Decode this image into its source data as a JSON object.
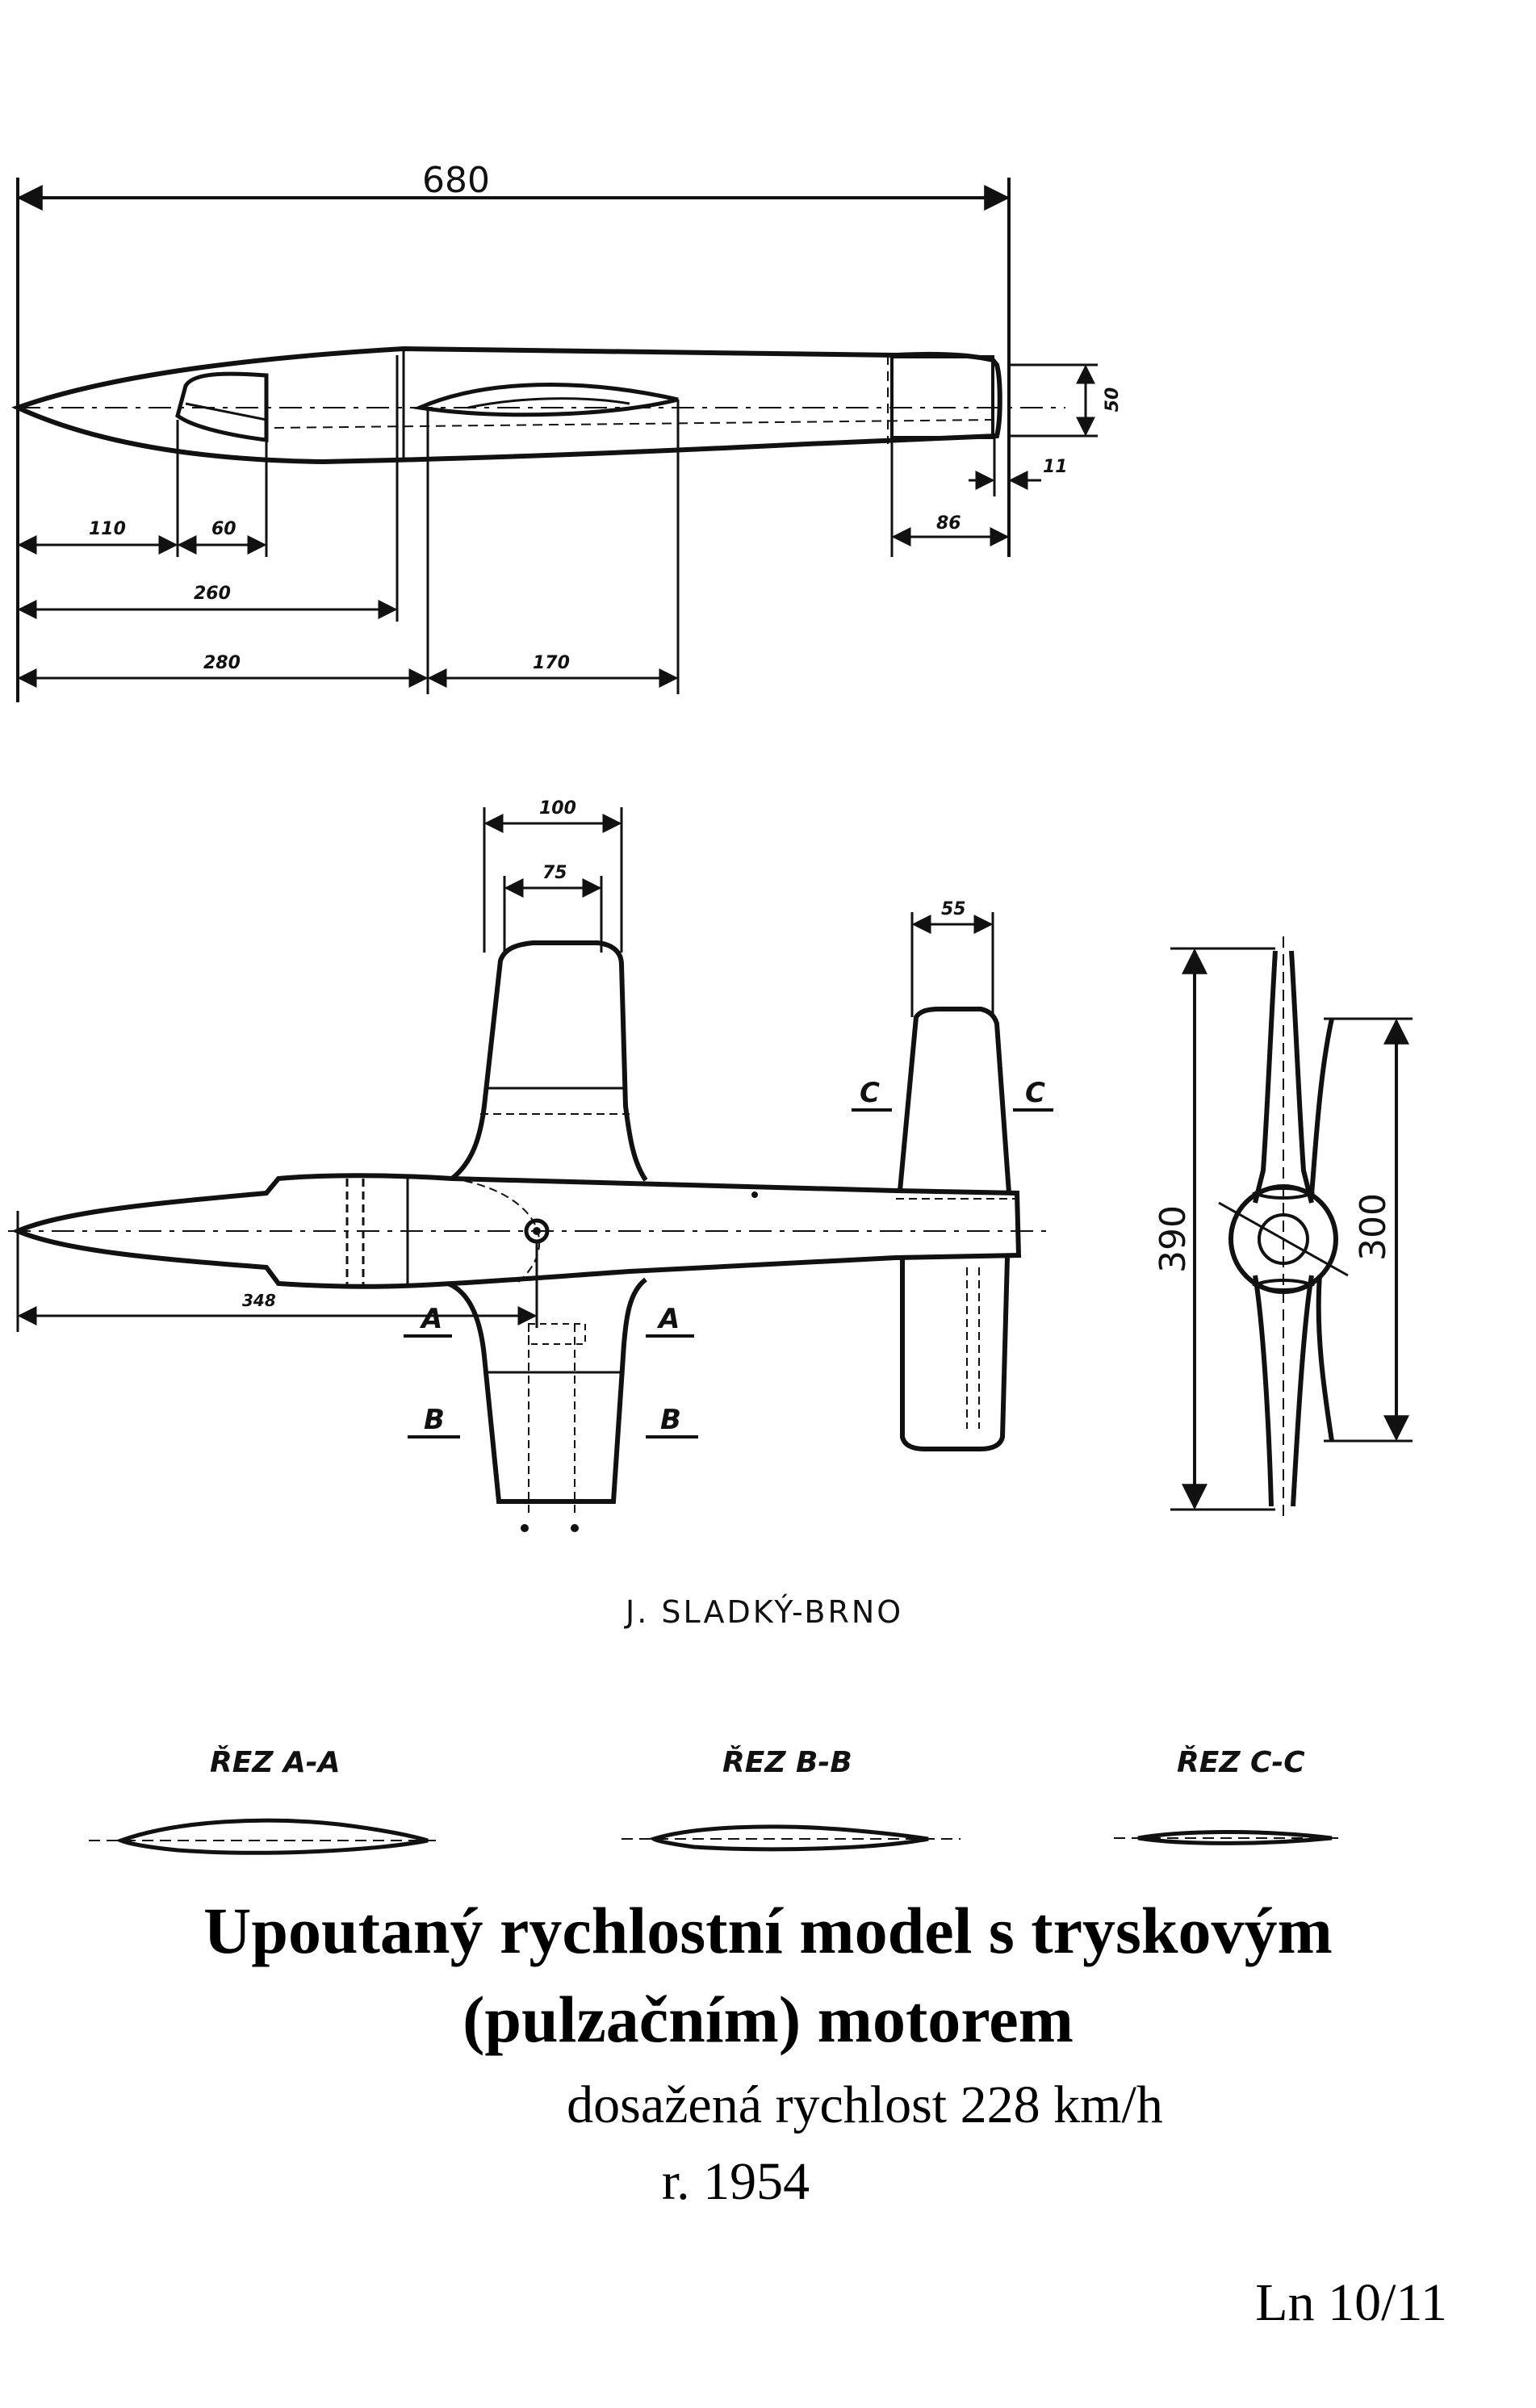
{
  "drawing": {
    "side_view": {
      "dims": {
        "overall_length": "680",
        "height": "50",
        "nose_to_intake": "110",
        "intake_width": "60",
        "nose_to_joint": "260",
        "nose_to_canopy": "280",
        "canopy_length": "170",
        "tail_section": "86",
        "tail_offset": "11"
      }
    },
    "plan_view": {
      "dims": {
        "wing_root_chord": "100",
        "wing_tip_chord": "75",
        "stab_chord": "55",
        "nose_to_cg": "348"
      },
      "section_marks": {
        "a": "A",
        "b": "B",
        "c": "C"
      }
    },
    "front_view": {
      "dims": {
        "wing_span": "390",
        "stab_span": "300"
      }
    },
    "author": "J. SLADKÝ-BRNO",
    "sections": [
      {
        "label": "ŘEZ A-A"
      },
      {
        "label": "ŘEZ B-B"
      },
      {
        "label": "ŘEZ C-C"
      }
    ]
  },
  "caption": {
    "title_line1": "Upoutaný rychlostní model s tryskovým",
    "title_line2": "(pulzačním) motorem",
    "subtitle": "dosažená  rychlost  228 km/h",
    "year": "r. 1954",
    "ref": "Ln 10/11"
  },
  "colors": {
    "ink": "#111111",
    "paper": "#ffffff"
  }
}
